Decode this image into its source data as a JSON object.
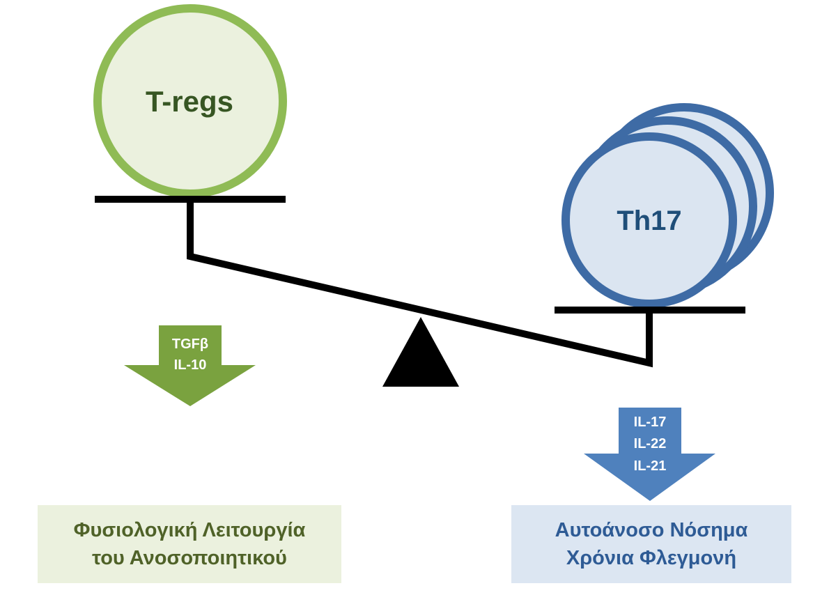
{
  "left_cell": {
    "label": "T-regs",
    "color": "#375623",
    "border_color": "#8fbb55",
    "fill": "#ebf1de"
  },
  "right_cell": {
    "label": "Th17",
    "color": "#1f4e79",
    "border_color": "#3e6ba5",
    "fill": "#dbe5f1"
  },
  "left_arrow": {
    "lines": [
      "TGFβ",
      "IL-10"
    ],
    "color": "#7aa23f"
  },
  "right_arrow": {
    "lines": [
      "IL-17",
      "IL-22",
      "IL-21"
    ],
    "color": "#4f81bd"
  },
  "left_outcome": {
    "line1": "Φυσιολογική Λειτουργία",
    "line2": "του Ανοσοποιητικού",
    "color": "#4f6228",
    "background": "#ebf1de"
  },
  "right_outcome": {
    "line1": "Αυτοάνοσο Νόσημα",
    "line2": "Χρόνια Φλεγμονή",
    "color": "#2e5b95",
    "background": "#dce6f2"
  },
  "scale_color": "#000000"
}
